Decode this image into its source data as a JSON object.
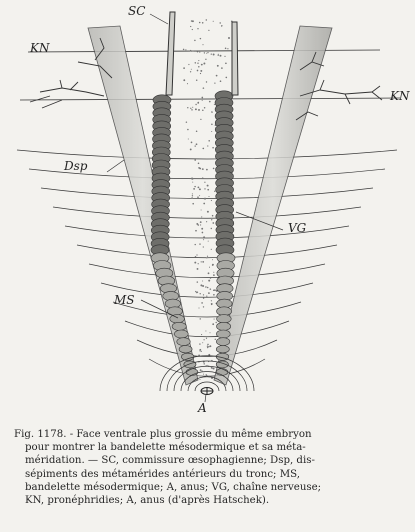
{
  "figure": {
    "labels": {
      "sc": "SC",
      "kn_left": "KN",
      "kn_right": "KN",
      "dsp": "Dsp",
      "vg": "VG",
      "ms": "MS",
      "a": "A"
    }
  },
  "caption": {
    "lines": [
      "Fig. 1178. - Face ventrale plus grossie du même embryon",
      "pour montrer la bandelette mésodermique et sa méta-",
      "méridation. — SC, commissure œsophagienne; Dsp, dis-",
      "sépiments des métamérides antérieurs du tronc; MS,",
      "bandelette mésodermique; A, anus; VG, chaîne nerveuse;",
      "KN, pronéphridies; A, anus (d'après Hatschek)."
    ]
  }
}
